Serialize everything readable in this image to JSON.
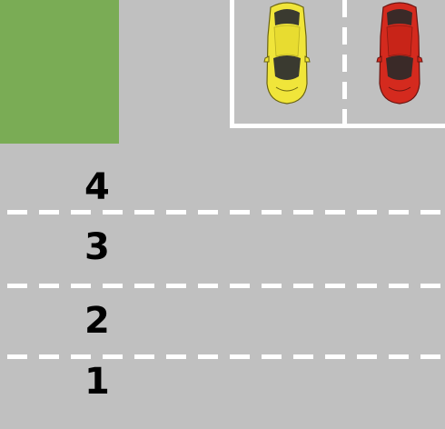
{
  "lanes": [
    {
      "label": "4"
    },
    {
      "label": "3"
    },
    {
      "label": "2"
    },
    {
      "label": "1"
    }
  ],
  "parking": {
    "cars": [
      {
        "name": "yellow-car",
        "color": "#f0e53a"
      },
      {
        "name": "red-car",
        "color": "#d42a1e"
      }
    ]
  },
  "colors": {
    "road": "#c0c0c0",
    "grass": "#7aac55",
    "markings": "#ffffff"
  }
}
